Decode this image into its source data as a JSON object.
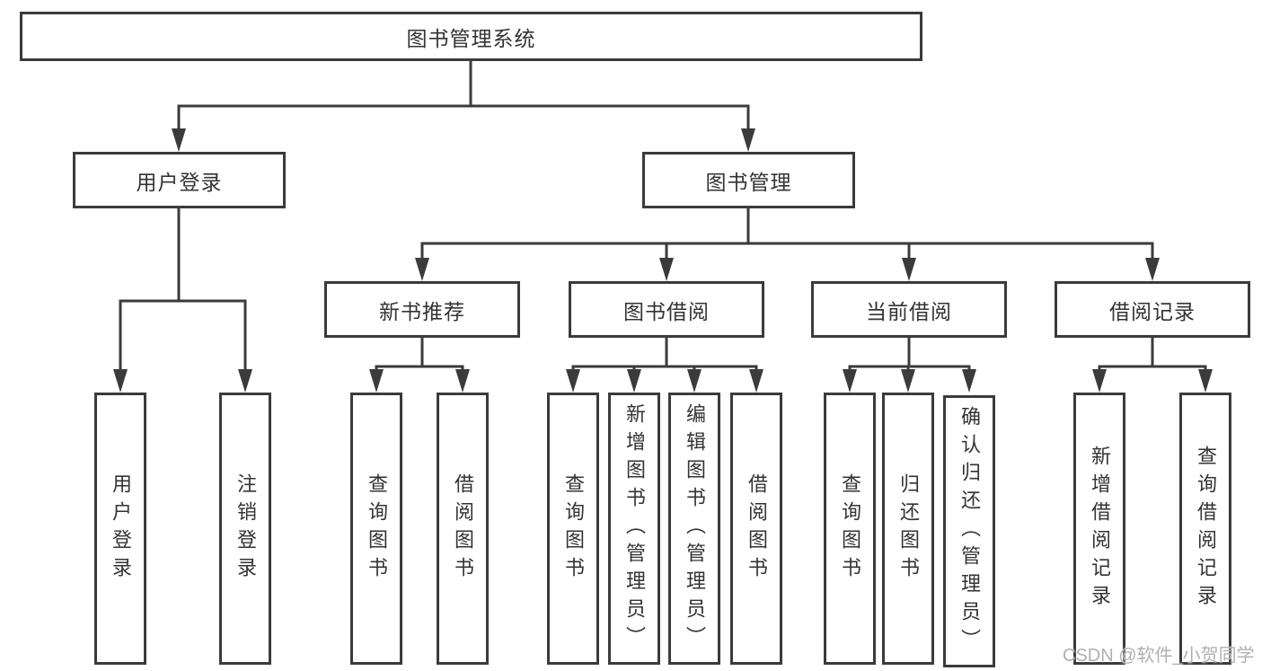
{
  "system": {
    "label": "图书管理系统"
  },
  "branches": [
    {
      "label": "用户登录",
      "children": [
        {
          "label": "用户登录"
        },
        {
          "label": "注销登录"
        }
      ]
    },
    {
      "label": "图书管理",
      "children": [
        {
          "label": "新书推荐",
          "children": [
            {
              "label": "查询图书"
            },
            {
              "label": "借阅图书"
            }
          ]
        },
        {
          "label": "图书借阅",
          "children": [
            {
              "label": "查询图书"
            },
            {
              "label": "新增图书（管理员）"
            },
            {
              "label": "编辑图书（管理员）"
            },
            {
              "label": "借阅图书"
            }
          ]
        },
        {
          "label": "当前借阅",
          "children": [
            {
              "label": "查询图书"
            },
            {
              "label": "归还图书"
            },
            {
              "label": "确认归还（管理员）"
            }
          ]
        },
        {
          "label": "借阅记录",
          "children": [
            {
              "label": "新增借阅记录"
            },
            {
              "label": "查询借阅记录"
            }
          ]
        }
      ]
    }
  ],
  "watermark": "CSDN @软件_小贺同学",
  "colors": {
    "line": "#3b3b3b",
    "text": "#333333",
    "watermark": "#b0b0b0",
    "background": "#ffffff"
  }
}
